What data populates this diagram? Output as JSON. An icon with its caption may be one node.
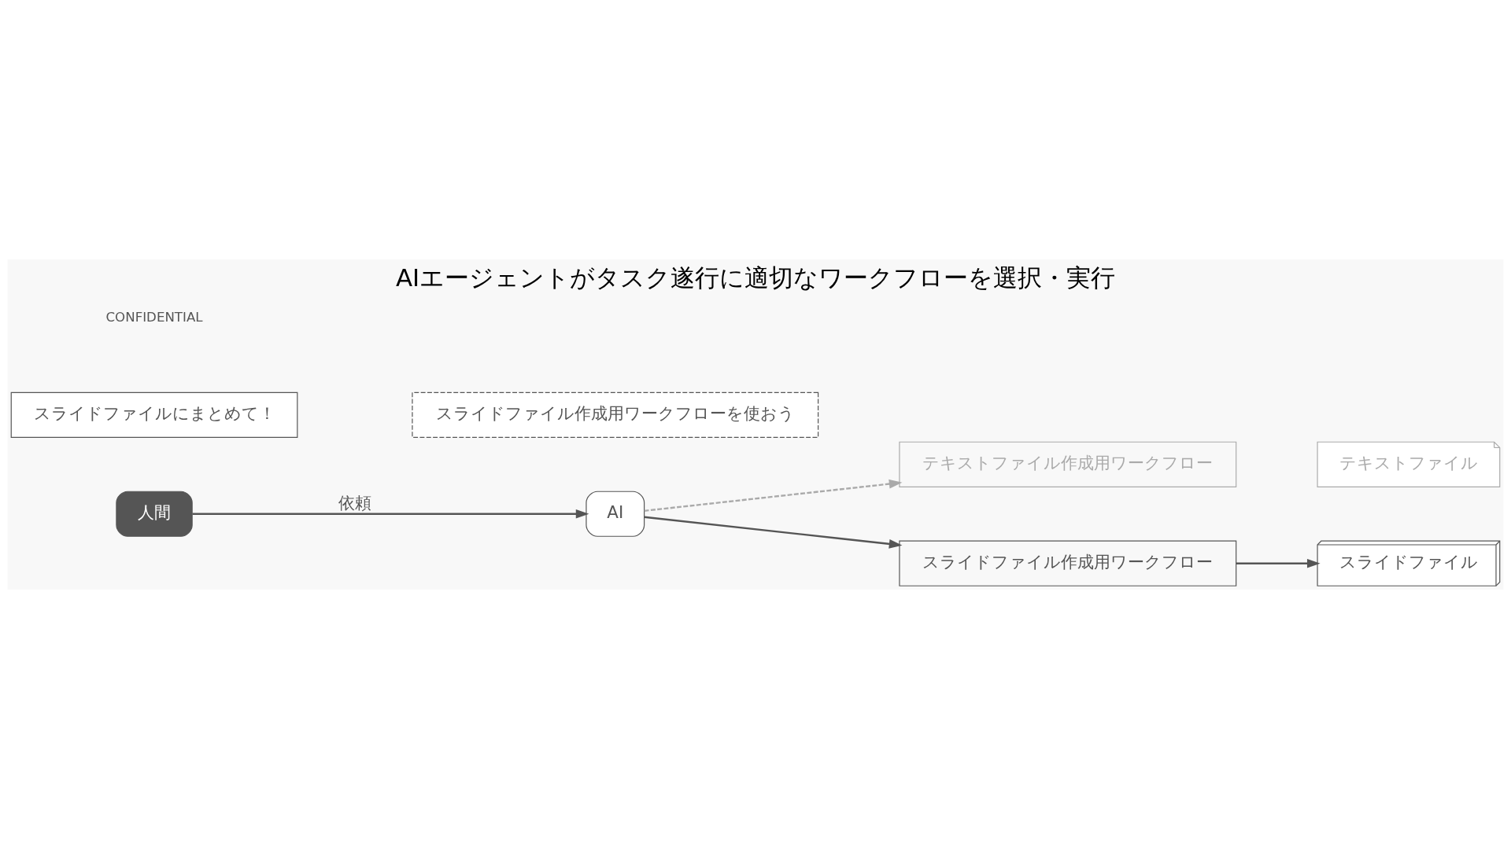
{
  "diagram": {
    "title": "AIエージェントがタスク遂行に適切なワークフローを選択・実行",
    "nodes": [
      {
        "text": [
          "人間"
        ]
      },
      {
        "text": [
          "スライドファイルにまとめて！"
        ]
      },
      {
        "text": [
          "AI"
        ]
      },
      {
        "text": [
          "スライドファイル作成用ワークフローを使おう"
        ]
      },
      {
        "text": [
          "テキストファイル作成用ワークフロー"
        ]
      },
      {
        "text": [
          "テキストファイル"
        ]
      },
      {
        "text": [
          "スライドファイル作成用ワークフロー"
        ]
      },
      {
        "text": [
          "スライドファイル"
        ]
      }
    ],
    "edges": [
      {
        "from": 0,
        "to": 2,
        "arrow": "to",
        "label": "依頼"
      },
      {
        "from": 2,
        "to": 4,
        "arrow": "to",
        "style": "dashed",
        "color": "#aaaaaa"
      },
      {
        "from": 2,
        "to": 6,
        "arrow": "to"
      },
      {
        "from": 6,
        "to": 7,
        "arrow": "to"
      }
    ],
    "labels": [
      "CONFIDENTIAL"
    ]
  }
}
